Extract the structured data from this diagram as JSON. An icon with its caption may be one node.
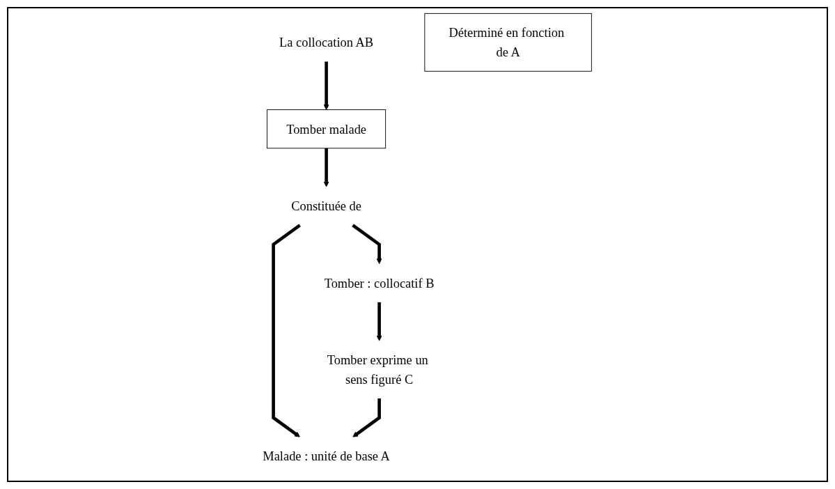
{
  "diagram": {
    "nodes": [
      {
        "text": [
          "La collocation AB"
        ]
      },
      {
        "text": [
          "Tomber malade"
        ]
      },
      {
        "text": [
          "Constituée de"
        ]
      },
      {
        "text": [
          "Malade : unité de base A"
        ]
      },
      {
        "text": [
          "Tomber : collocatif B"
        ]
      },
      {
        "text": [
          "Tomber exprime un sens figuré C"
        ]
      },
      {
        "text": [
          "Déterminé en fonction de A"
        ]
      }
    ],
    "edges": [
      {
        "from": 0,
        "to": 1,
        "arrow": "to"
      },
      {
        "from": 1,
        "to": 2,
        "arrow": "to"
      },
      {
        "from": 2,
        "to": 3,
        "arrow": "to"
      },
      {
        "from": 2,
        "to": 4,
        "arrow": "to"
      },
      {
        "from": 4,
        "to": 5,
        "arrow": "to"
      },
      {
        "from": 5,
        "to": 3,
        "arrow": "to"
      }
    ]
  }
}
